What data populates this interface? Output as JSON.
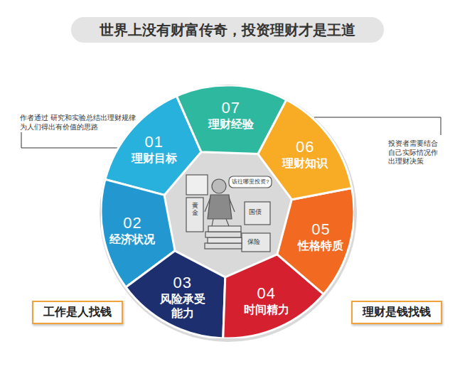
{
  "diagram": {
    "title": "世界上没有财富传奇，投资理财才是王道",
    "nodes": [
      {
        "text": [
          "01",
          "理财目标"
        ]
      },
      {
        "text": [
          "02",
          "经济状况"
        ]
      },
      {
        "text": [
          "03",
          "风险承受能力"
        ]
      },
      {
        "text": [
          "04",
          "时间精力"
        ]
      },
      {
        "text": [
          "05",
          "性格特质"
        ]
      },
      {
        "text": [
          "06",
          "理财知识"
        ]
      },
      {
        "text": [
          "07",
          "理财经验"
        ]
      },
      {
        "text": [
          "工作是人找钱"
        ]
      },
      {
        "text": [
          "理财是钱找钱"
        ]
      }
    ],
    "labels": [
      "作者通过 研究和实验总结出理财规律为人们得出有价值的思路",
      "投资者需要结合自己实际情况作出理财决策",
      "黄金",
      "国债",
      "保险",
      "该往哪里投资?"
    ]
  }
}
